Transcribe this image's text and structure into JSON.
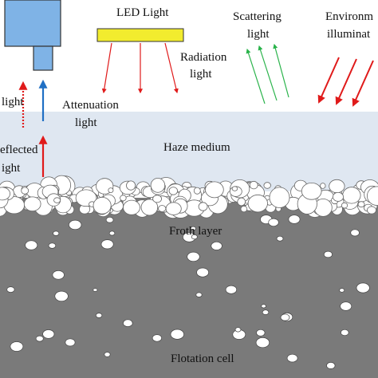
{
  "labels": {
    "led_light": "LED Light",
    "scattering_line1": "Scattering",
    "scattering_line2": "light",
    "environment_line1": "Environm",
    "environment_line2": "illuminat",
    "radiation_line1": "Radiation",
    "radiation_line2": "light",
    "light_left": "light",
    "attenuation_line1": "Attenuation",
    "attenuation_line2": "light",
    "haze_medium": "Haze medium",
    "reflected_line1": "eflected",
    "reflected_line2": "ight",
    "froth_layer": "Froth layer",
    "flotation_cell": "Flotation cell"
  },
  "colors": {
    "camera_body": "#7fb3e6",
    "led_fill": "#f2ec2e",
    "haze": "#dfe7f1",
    "froth_cell": "#7a7a7a",
    "red_arrow": "#e01a1a",
    "green_arrow": "#29b34a",
    "blue_arrow": "#1f6fc4",
    "bubble_fill": "#ffffff"
  }
}
